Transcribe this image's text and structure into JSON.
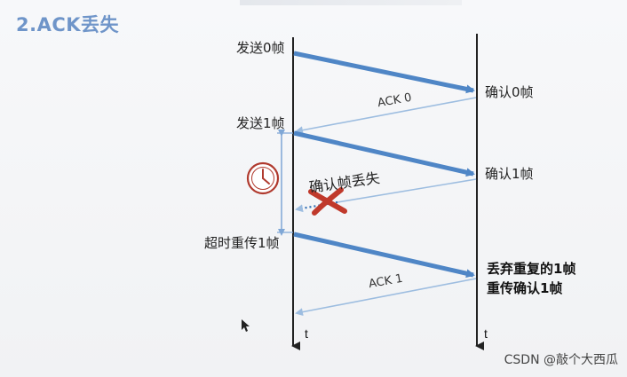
{
  "title": "2.ACK丢失",
  "sender": {
    "send_frame_0": "发送0帧",
    "send_frame_1": "发送1帧",
    "timeout_resend": "超时重传1帧",
    "time_axis": "t"
  },
  "receiver": {
    "confirm_frame_0": "确认0帧",
    "confirm_frame_1": "确认1帧",
    "discard_duplicate": "丢弃重复的1帧",
    "reconfirm": "重传确认1帧",
    "time_axis": "t"
  },
  "acks": {
    "ack0": "ACK 0",
    "ack1": "ACK 1",
    "lost_ack": "确认帧丢失"
  },
  "watermark": "CSDN @敲个大西瓜",
  "colors": {
    "title": "#6f95c9",
    "data_frame_arrow": "#4f86c6",
    "ack_arrow": "#9dbde0",
    "lost_mark": "#c0392b",
    "timer": "#b03a2e",
    "timeout_bracket": "#7fa7d6"
  },
  "icons": [
    "timer-clock-icon",
    "lost-cross-icon",
    "mouse-cursor-icon"
  ]
}
